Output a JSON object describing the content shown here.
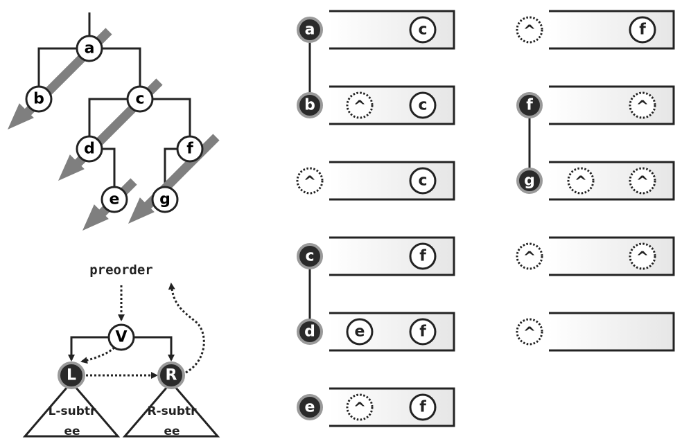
{
  "colors": {
    "ink": "#222222",
    "arrow_gray": "#7f7f7f",
    "filled_node": "#2a2a2a",
    "filled_ring": "#9a9a9a",
    "box_fill_light": "#ffffff",
    "box_fill_dark": "#e8e8e8"
  },
  "tree": {
    "nodes": [
      {
        "id": "a",
        "label": "a"
      },
      {
        "id": "b",
        "label": "b"
      },
      {
        "id": "c",
        "label": "c"
      },
      {
        "id": "d",
        "label": "d"
      },
      {
        "id": "e",
        "label": "e"
      },
      {
        "id": "f",
        "label": "f"
      },
      {
        "id": "g",
        "label": "g"
      }
    ]
  },
  "preorder_diagram": {
    "title": "preorder",
    "root_label": "V",
    "left_label": "L",
    "right_label": "R",
    "left_subtree_label": "L-subtree",
    "right_subtree_label": "R-subtree"
  },
  "stack_steps": {
    "left_column": [
      {
        "node": "a",
        "node_style": "filled",
        "pending": [],
        "top": "c"
      },
      {
        "node": "b",
        "node_style": "filled",
        "pending": [
          "^"
        ],
        "top": "c"
      },
      {
        "node": "^",
        "node_style": "dotted",
        "pending": [],
        "top": "c"
      },
      {
        "node": "c",
        "node_style": "filled",
        "pending": [],
        "top": "f"
      },
      {
        "node": "d",
        "node_style": "filled",
        "pending": [
          "e"
        ],
        "top": "f"
      },
      {
        "node": "e",
        "node_style": "filled",
        "pending": [
          "^"
        ],
        "top": "f"
      }
    ],
    "right_column": [
      {
        "node": "^",
        "node_style": "dotted",
        "pending": [],
        "top": "f"
      },
      {
        "node": "f",
        "node_style": "filled",
        "pending": [],
        "top": "^"
      },
      {
        "node": "g",
        "node_style": "filled",
        "pending": [
          "^"
        ],
        "top": "^"
      },
      {
        "node": "^",
        "node_style": "dotted",
        "pending": [],
        "top": "^"
      },
      {
        "node": "^",
        "node_style": "dotted",
        "pending": [],
        "top": ""
      }
    ],
    "connectors": [
      {
        "from_column": "left",
        "from_step": 0,
        "to_step": 1
      },
      {
        "from_column": "left",
        "from_step": 3,
        "to_step": 4
      },
      {
        "from_column": "right",
        "from_step": 1,
        "to_step": 2
      }
    ]
  }
}
